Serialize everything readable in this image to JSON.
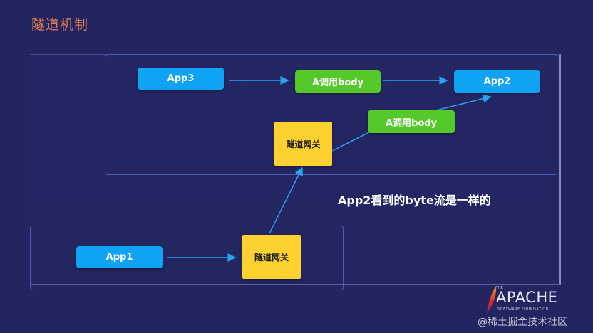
{
  "title": "隧道机制",
  "nodes": {
    "app3": "App3",
    "a_call_1": "A调用body",
    "app2": "App2",
    "a_call_2": "A调用body",
    "gateway_top": "隧道网关",
    "app1": "App1",
    "gateway_bottom": "隧道网关"
  },
  "note": "App2看到的byte流是一样的",
  "logo": {
    "the": "THE",
    "name": "APACHE",
    "subtitle": "SOFTWARE FOUNDATION"
  },
  "watermark": "@稀土掘金技术社区",
  "colors": {
    "background": "#232560",
    "title": "#e07a52",
    "app_node": "#10a3f3",
    "call_node": "#55c92a",
    "gateway_node": "#fdd12f",
    "arrow": "#2aa3ee"
  }
}
